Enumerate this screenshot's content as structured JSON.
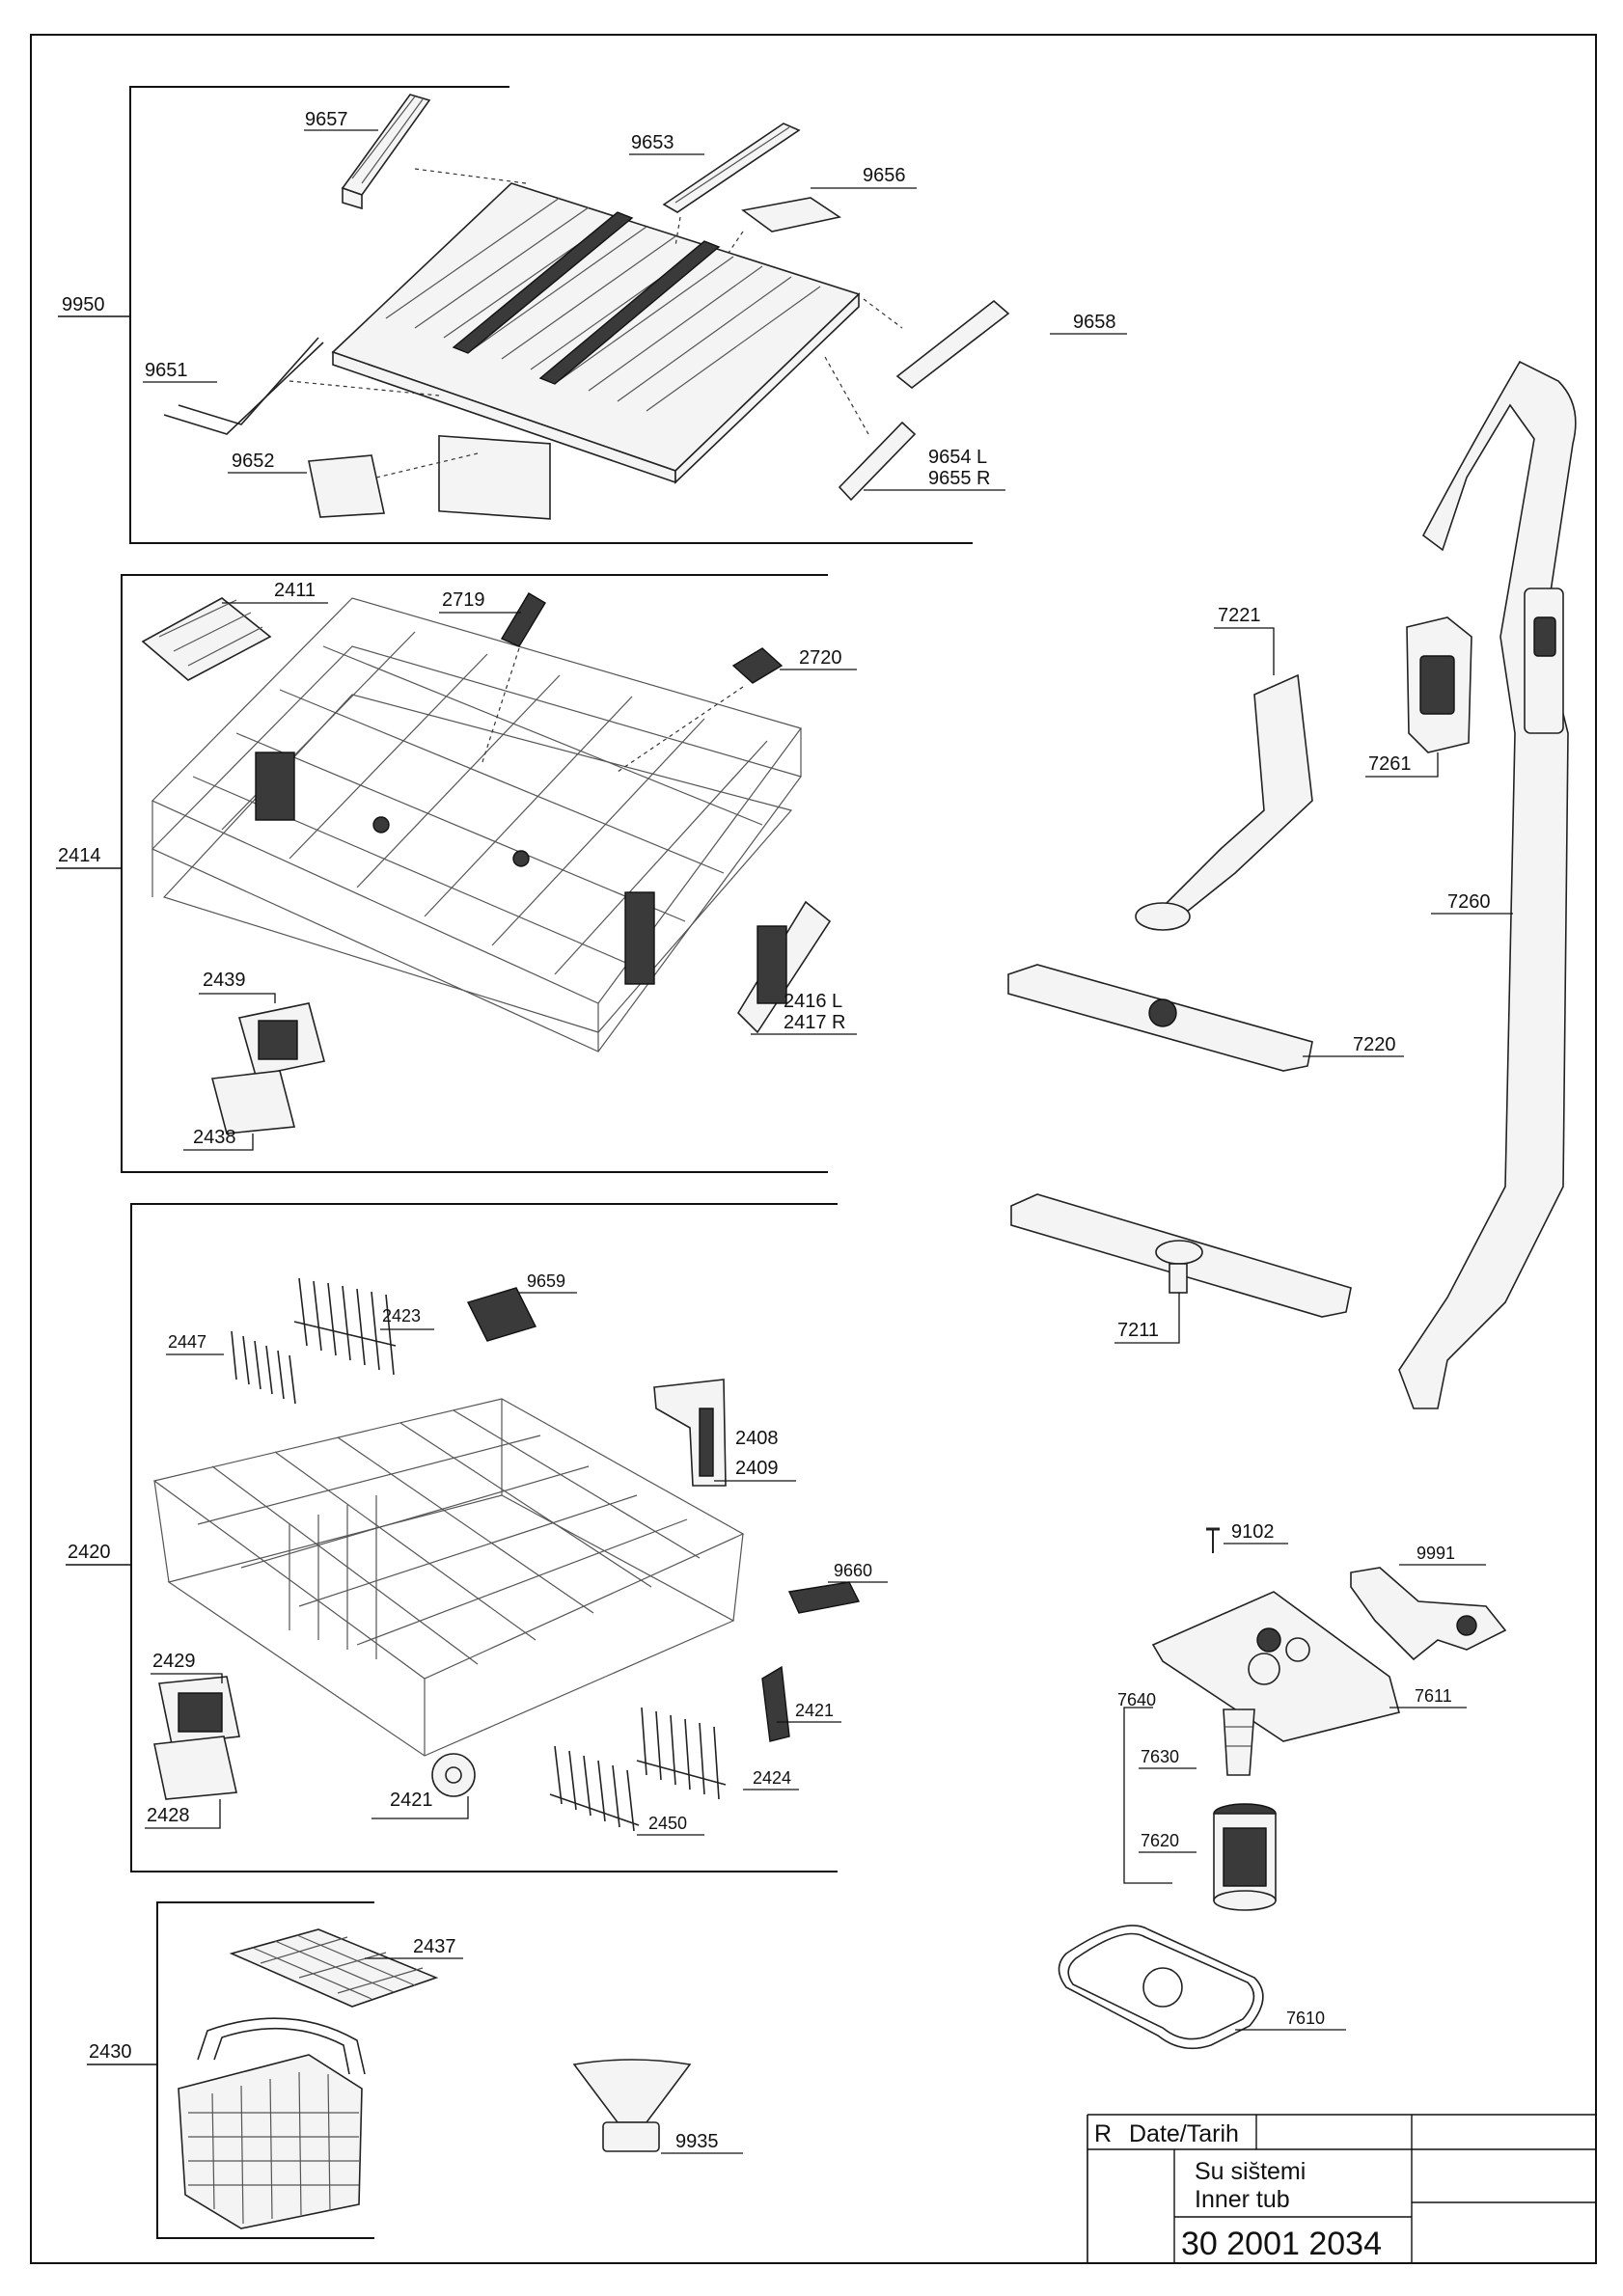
{
  "diagram": {
    "groups": {
      "g9950": "9950",
      "g2414": "2414",
      "g2420": "2420",
      "g2430": "2430"
    },
    "parts": {
      "p9657": "9657",
      "p9653": "9653",
      "p9656": "9656",
      "p9658": "9658",
      "p9651": "9651",
      "p9652": "9652",
      "p9654": "9654 L",
      "p9655": "9655 R",
      "p2411": "2411",
      "p2719": "2719",
      "p2720": "2720",
      "p2416": "2416 L",
      "p2417": "2417 R",
      "p2439": "2439",
      "p2438": "2438",
      "p2423": "2423",
      "p2447": "2447",
      "p9659": "9659",
      "p2408": "2408",
      "p2409": "2409",
      "p9660": "9660",
      "p2429": "2429",
      "p2421a": "2421",
      "p2421b": "2421",
      "p2424": "2424",
      "p2428": "2428",
      "p2450": "2450",
      "p2437": "2437",
      "p9935": "9935",
      "p7221": "7221",
      "p7261": "7261",
      "p7260": "7260",
      "p7220": "7220",
      "p7211": "7211",
      "p9102": "9102",
      "p9991": "9991",
      "p7640": "7640",
      "p7611": "7611",
      "p7630": "7630",
      "p7620": "7620",
      "p7610": "7610"
    }
  },
  "title_block": {
    "r": "R",
    "date_label": "Date/Tarih",
    "name_tr": "Su sis̆temi",
    "name_en": "Inner tub",
    "number": "30 2001 2034"
  }
}
